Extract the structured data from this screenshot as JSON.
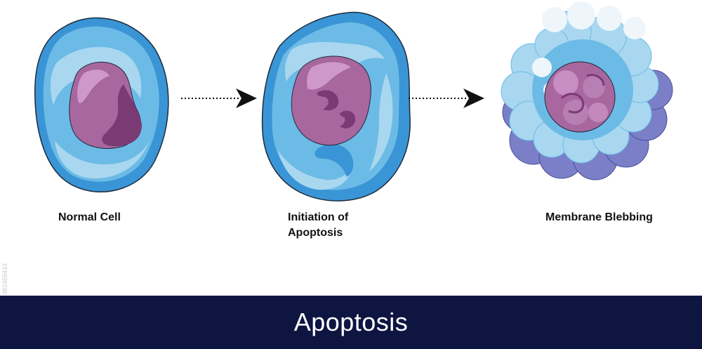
{
  "stages": [
    {
      "label": "Normal Cell"
    },
    {
      "label_lines": [
        "Initiation of",
        "Apoptosis"
      ]
    },
    {
      "label": "Membrane Blebbing"
    }
  ],
  "banner": {
    "title": "Apoptosis"
  },
  "side_id": "382455433",
  "colors": {
    "cytoplasm_light": "#a9d7f0",
    "cytoplasm_mid": "#6cbbe6",
    "cytoplasm_dark": "#3a95d6",
    "nucleus": "#a8679f",
    "nucleus_light": "#cf98cc",
    "nucleus_dark": "#7a3a74",
    "bleb_purple": "#7a7fc8",
    "banner_bg": "#0f1541",
    "banner_text": "#ffffff"
  }
}
